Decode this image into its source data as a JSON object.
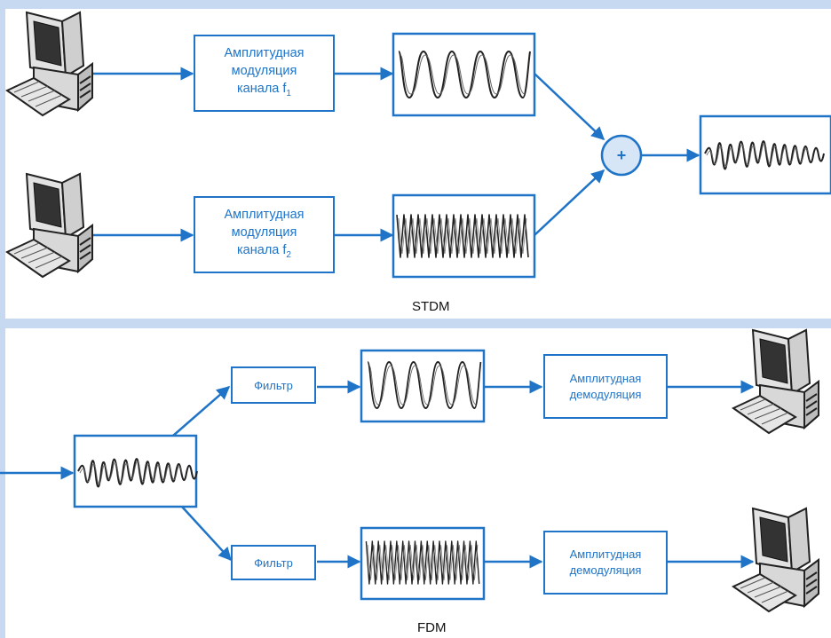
{
  "colors": {
    "accent": "#1f74c7",
    "panel_background": "#ffffff",
    "outer_frame": "#c6d9f1",
    "adder_fill": "#d6e6f7"
  },
  "stdm": {
    "modulator_1": {
      "line1": "Амплитудная",
      "line2": "модуляция",
      "line3_main": "канала f",
      "line3_sub": "1"
    },
    "modulator_2": {
      "line1": "Амплитудная",
      "line2": "модуляция",
      "line3_main": "канала f",
      "line3_sub": "2"
    },
    "adder_symbol": "+",
    "caption": "STDM",
    "icons": [
      "computer-icon",
      "computer-icon",
      "low-frequency-wave-icon",
      "high-frequency-wave-icon",
      "composite-wave-icon"
    ]
  },
  "fdm": {
    "filter_1": "Фильтр",
    "filter_2": "Фильтр",
    "demodulator_1": {
      "line1": "Амплитудная",
      "line2": "демодуляция"
    },
    "demodulator_2": {
      "line1": "Амплитудная",
      "line2": "демодуляция"
    },
    "caption": "FDM",
    "icons": [
      "composite-wave-icon",
      "low-frequency-wave-icon",
      "high-frequency-wave-icon",
      "computer-icon",
      "computer-icon"
    ]
  }
}
